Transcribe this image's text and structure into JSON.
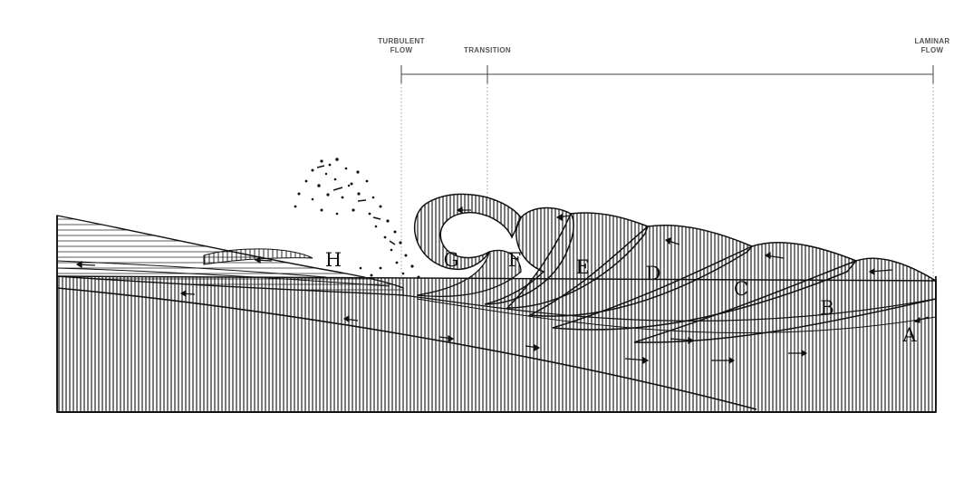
{
  "flow_labels": {
    "turbulent_line1": "TURBULENT",
    "turbulent_line2": "FLOW",
    "transition": "TRANSITION",
    "laminar_line1": "LAMINAR",
    "laminar_line2": "FLOW"
  },
  "wave_letters": {
    "a": "A",
    "b": "B",
    "c": "C",
    "d": "D",
    "e": "E",
    "f": "F",
    "g": "G",
    "h": "H"
  },
  "colors": {
    "ink": "#111111",
    "label": "#555555",
    "guide": "#888888",
    "paper": "#ffffff"
  }
}
